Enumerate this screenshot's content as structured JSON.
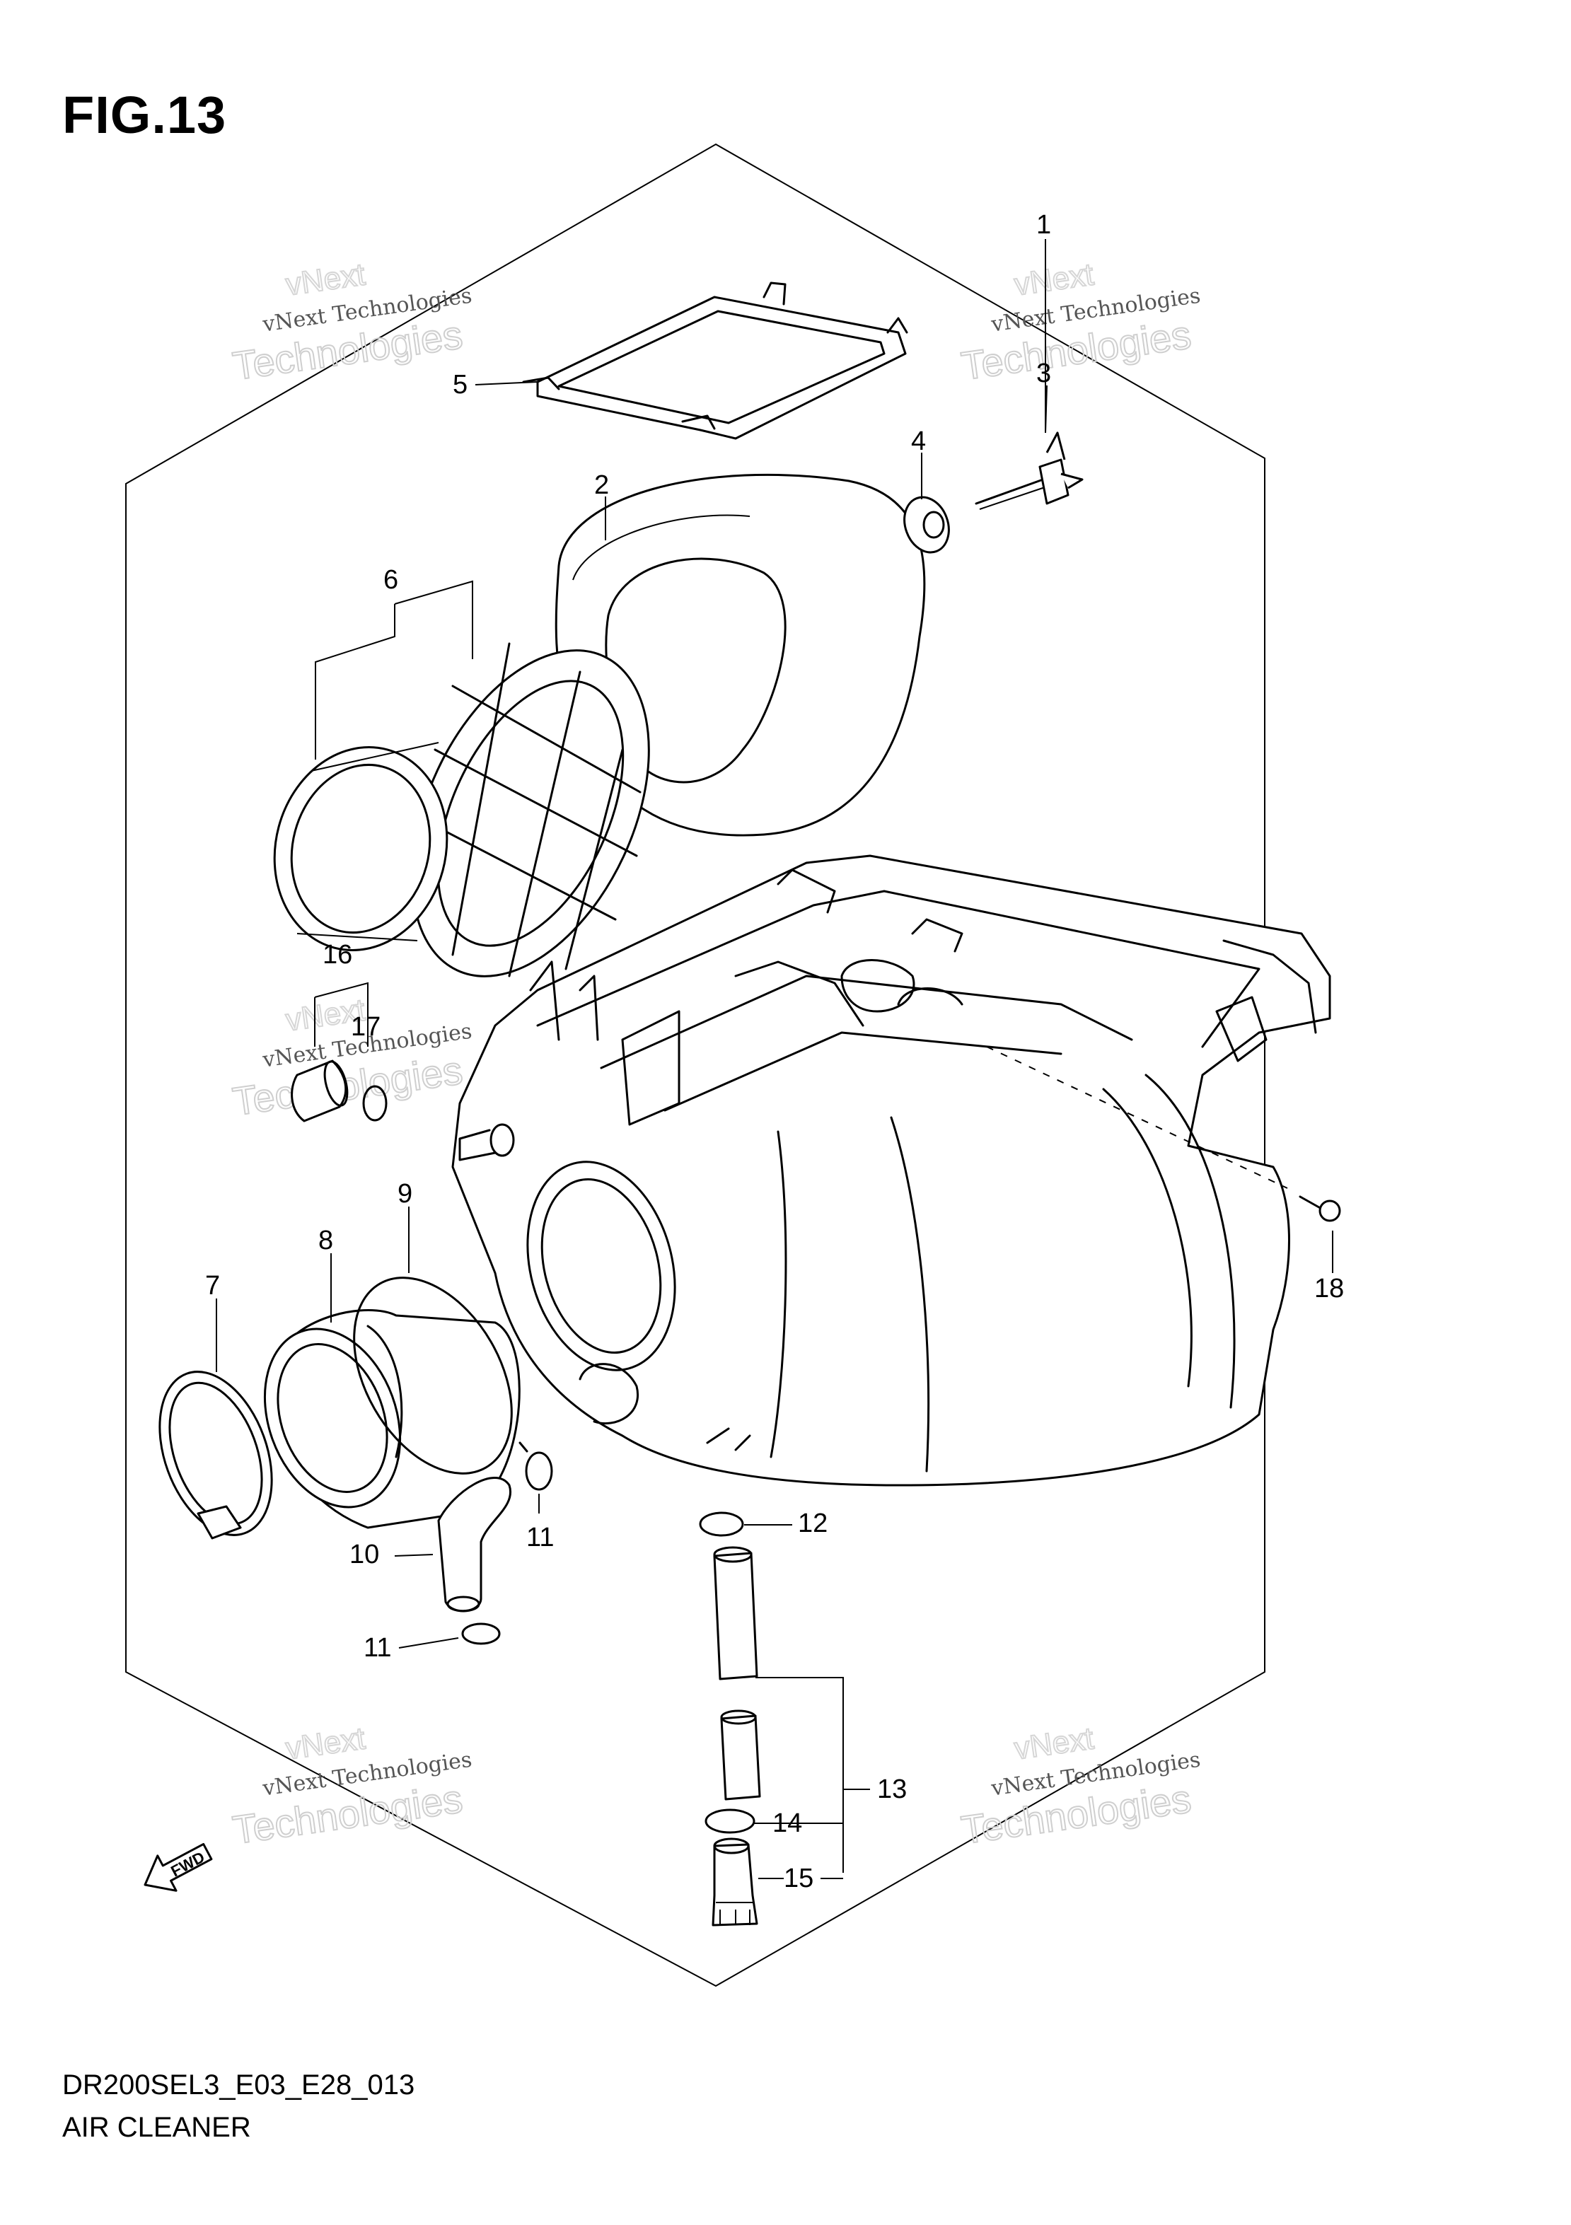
{
  "figure": {
    "title": "FIG.13",
    "drawing_code": "DR200SEL3_E03_E28_013",
    "name": "AIR CLEANER",
    "direction_mark": "FWD"
  },
  "callouts": [
    "1",
    "2",
    "3",
    "4",
    "5",
    "6",
    "7",
    "8",
    "9",
    "10",
    "11",
    "11",
    "12",
    "13",
    "14",
    "15",
    "16",
    "17",
    "18"
  ],
  "watermark": {
    "line1": "vNext",
    "line2": "vNext Technologies",
    "line3": "Technologies"
  }
}
